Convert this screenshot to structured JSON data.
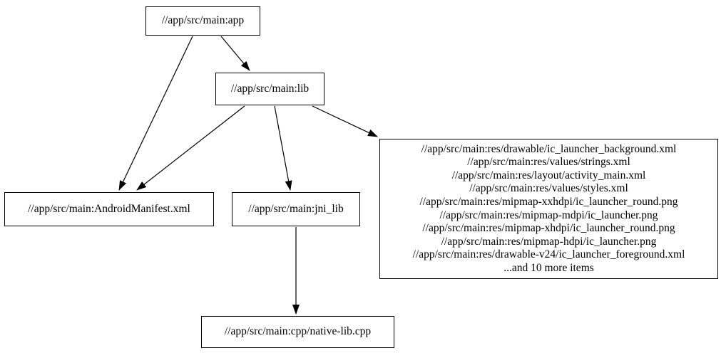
{
  "graph": {
    "title": "bazel-target-dependency-graph",
    "background_color": "#ffffff",
    "node_border_color": "#000000",
    "edge_color": "#000000",
    "text_color": "#000000",
    "nodes": {
      "app": {
        "label": "//app/src/main:app"
      },
      "lib": {
        "label": "//app/src/main:lib"
      },
      "manifest": {
        "label": "//app/src/main:AndroidManifest.xml"
      },
      "jni_lib": {
        "label": "//app/src/main:jni_lib"
      },
      "native_lib": {
        "label": "//app/src/main:cpp/native-lib.cpp"
      },
      "res_files": {
        "lines": [
          "//app/src/main:res/drawable/ic_launcher_background.xml",
          "//app/src/main:res/values/strings.xml",
          "//app/src/main:res/layout/activity_main.xml",
          "//app/src/main:res/values/styles.xml",
          "//app/src/main:res/mipmap-xxhdpi/ic_launcher_round.png",
          "//app/src/main:res/mipmap-mdpi/ic_launcher.png",
          "//app/src/main:res/mipmap-xhdpi/ic_launcher_round.png",
          "//app/src/main:res/mipmap-hdpi/ic_launcher.png",
          "//app/src/main:res/drawable-v24/ic_launcher_foreground.xml",
          "...and 10 more items"
        ]
      }
    },
    "edges": [
      {
        "from": "app",
        "to": "lib"
      },
      {
        "from": "app",
        "to": "manifest"
      },
      {
        "from": "lib",
        "to": "manifest"
      },
      {
        "from": "lib",
        "to": "jni_lib"
      },
      {
        "from": "lib",
        "to": "res_files"
      },
      {
        "from": "jni_lib",
        "to": "native_lib"
      }
    ]
  }
}
